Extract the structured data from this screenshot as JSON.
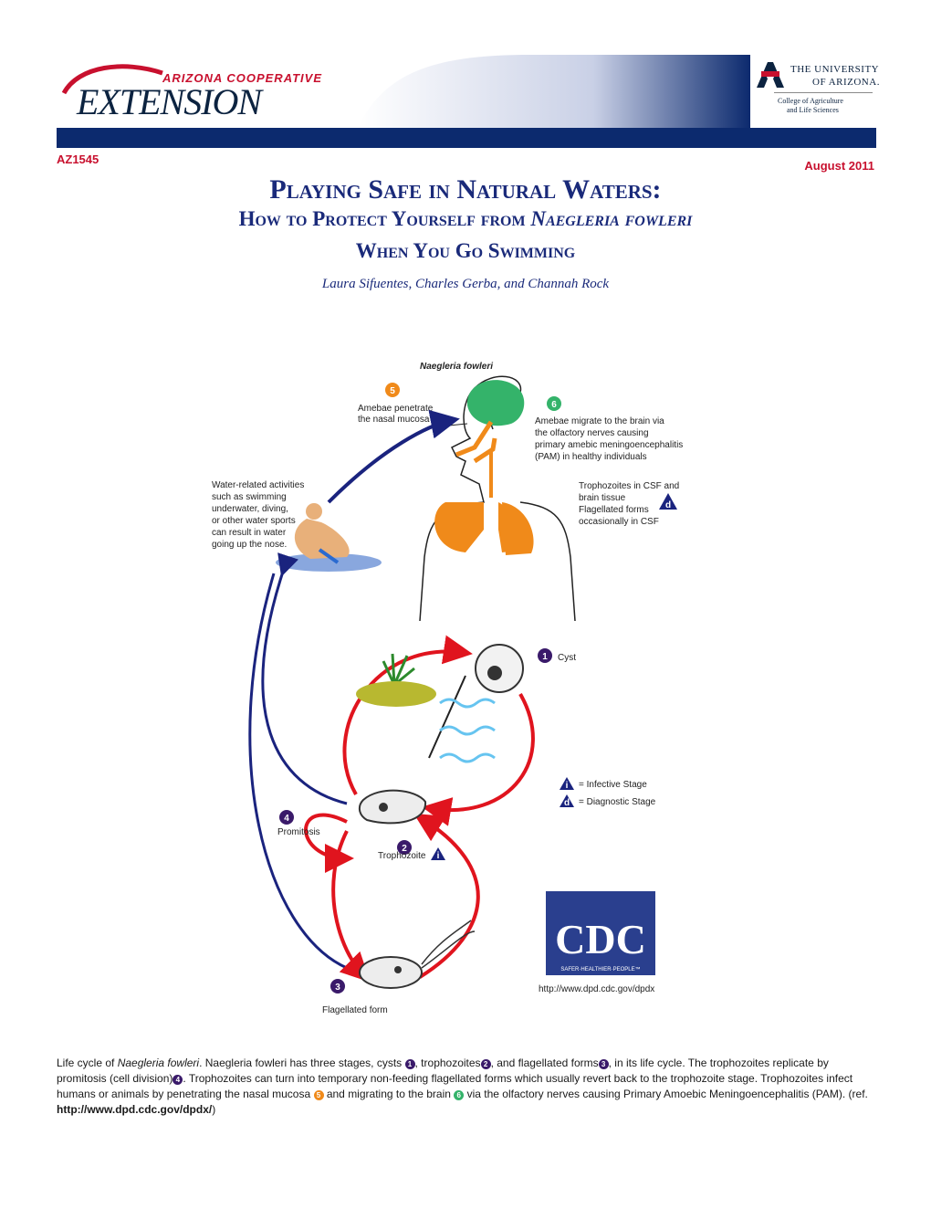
{
  "header": {
    "program_top": "ARIZONA COOPERATIVE",
    "program_word": "EXTENSION",
    "university_line1": "THE UNIVERSITY",
    "university_line2": "OF ARIZONA.",
    "college_line1": "College of Agriculture",
    "college_line2": "and Life Sciences"
  },
  "meta": {
    "pub_number": "AZ1545",
    "date": "August 2011"
  },
  "title": "Playing Safe in Natural Waters:",
  "subtitle_line1_prefix": "How to Protect Yourself from ",
  "subtitle_line1_organism": "Naegleria fowleri",
  "subtitle_line2": "When You Go Swimming",
  "authors": "Laura Sifuentes, Charles Gerba, and Channah Rock",
  "diagram": {
    "title": "Naegleria fowleri",
    "step5": [
      "Amebae penetrate",
      "the nasal mucosa"
    ],
    "step6": [
      "Amebae migrate to the brain via",
      "the olfactory nerves causing",
      "primary amebic meningoencephalitis",
      "(PAM) in healthy individuals"
    ],
    "water": [
      "Water-related activities",
      "such as swimming",
      "underwater, diving,",
      "or other water sports",
      "can result in water",
      "going up the nose."
    ],
    "csf": [
      "Trophozoites in CSF and",
      "brain tissue",
      "Flagellated forms",
      "occasionally in CSF"
    ],
    "cyst": "Cyst",
    "trophozoite": "Trophozoite",
    "promitosis": "Promitosis",
    "flagellated": "Flagellated form",
    "legend_infective": "= Infective Stage",
    "legend_diagnostic": "= Diagnostic Stage",
    "cdc_logo": "CDC",
    "cdc_tagline": "SAFER·HEALTHIER·PEOPLE™",
    "cdc_url": "http://www.dpd.cdc.gov/dpdx",
    "colors": {
      "red": "#e0141e",
      "blue": "#1a237e",
      "orange": "#f08a1a",
      "green": "#34b36a",
      "purple": "#3a1a6a"
    }
  },
  "caption": {
    "t1": "Life cycle of ",
    "organism": "Naegleria fowleri",
    "t2": ". Naegleria fowleri has three stages, cysts ",
    "t3": ", trophozoites",
    "t4": ", and flagellated forms",
    "t5": ", in its life cycle.  The trophozoites replicate by promitosis (cell division)",
    "t6": ".  Trophozoites can turn into temporary non-feeding flagellated forms which usually revert back to the trophozoite stage.  Trophozoites infect humans or animals by penetrating the nasal mucosa ",
    "t7": " and migrating to the brain ",
    "t8": " via the olfactory nerves causing Primary Amoebic Meningoencephalitis (PAM).  (ref. ",
    "ref_url": "http://www.dpd.cdc.gov/dpdx/",
    "t9": ")",
    "n1": "1",
    "n2": "2",
    "n3": "3",
    "n4": "4",
    "n5": "5",
    "n6": "6"
  }
}
